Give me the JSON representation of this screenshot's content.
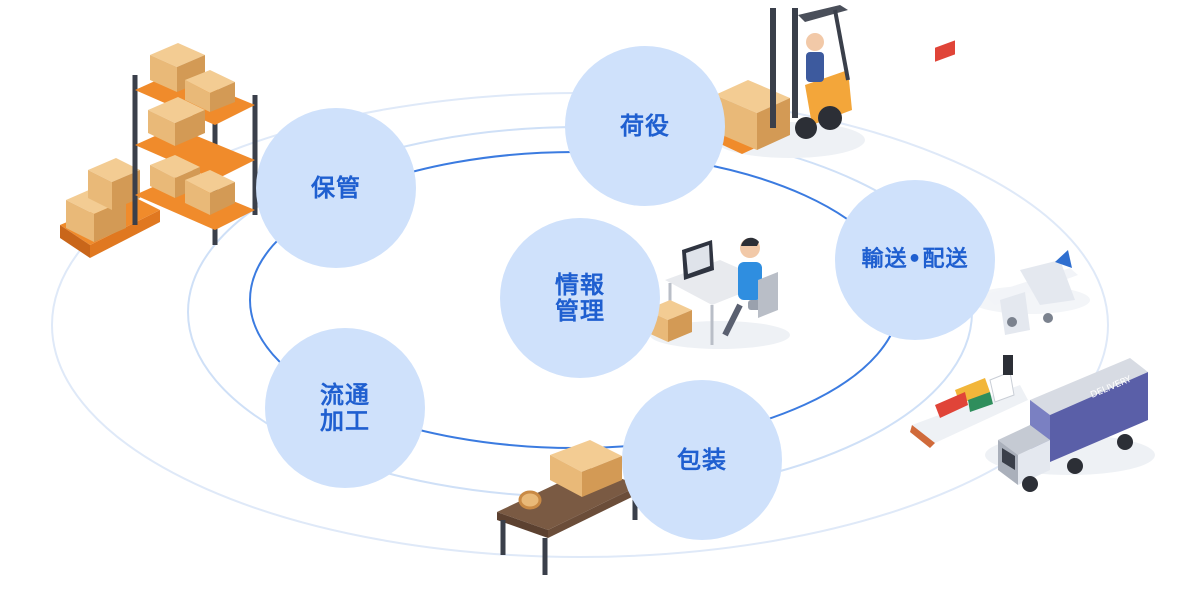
{
  "diagram": {
    "nodes": [
      {
        "id": "hoken",
        "label": "保管"
      },
      {
        "id": "niyaku",
        "label": "荷役"
      },
      {
        "id": "yuso",
        "label": "輸送•配送"
      },
      {
        "id": "joho",
        "label": "情報\n管理"
      },
      {
        "id": "ryutsu",
        "label": "流通\n加工"
      },
      {
        "id": "hoso",
        "label": "包装"
      }
    ],
    "illustrations": [
      {
        "name": "warehouse-rack-icon"
      },
      {
        "name": "forklift-icon"
      },
      {
        "name": "office-worker-icon"
      },
      {
        "name": "airplane-icon"
      },
      {
        "name": "cargo-ship-icon"
      },
      {
        "name": "delivery-truck-icon"
      },
      {
        "name": "packing-table-icon"
      }
    ],
    "truck_text": "DELIVERY",
    "colors": {
      "node_fill": "#cfe1fb",
      "node_text": "#1f5fd0",
      "ring_inner": "#3b7be0",
      "ring_outer": "#cfe0f7",
      "box": "#e9b978",
      "rack": "#f08b2b"
    }
  }
}
